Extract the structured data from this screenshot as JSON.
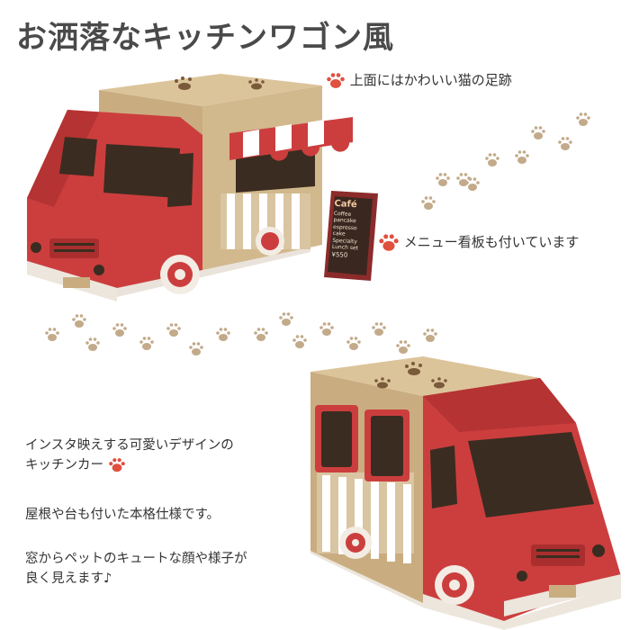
{
  "title": "お洒落なキッチンワゴン風",
  "captions": {
    "top_paw": "上面にはかわいい猫の足跡",
    "menu_board": "メニュー看板も付いています"
  },
  "menu_board": {
    "heading": "Café",
    "items": [
      "Coffee",
      "pancake",
      "espresso",
      "cake",
      "Specialty",
      "Lunch set"
    ],
    "price": "¥550"
  },
  "description": {
    "line1": "インスタ映えする可愛いデザインの",
    "line2": "キッチンカー",
    "line3": "屋根や台も付いた本格仕様です。",
    "line4": "窓からペットのキュートな顔や様子が",
    "line5": "良く見えます♪"
  },
  "colors": {
    "accent_red": "#cc3e3e",
    "cardboard": "#c9ad80",
    "paw_red": "#e0503f",
    "paw_tan": "#c2aa8a"
  }
}
